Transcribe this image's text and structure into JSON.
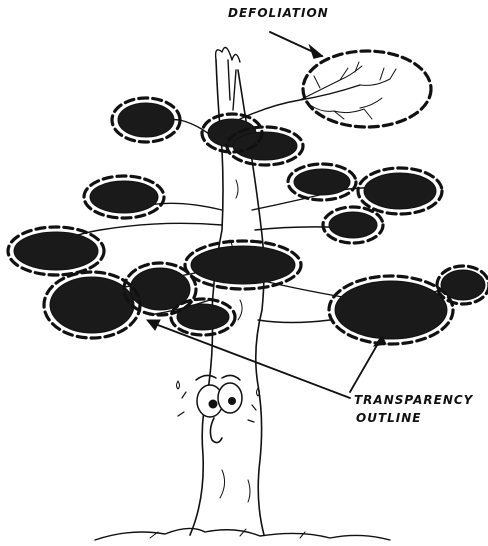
{
  "labels": {
    "defoliation": "DEFOLIATION",
    "transparency_line1": "TRANSPARENCY",
    "transparency_line2": "OUTLINE"
  },
  "colors": {
    "ink": "#111111",
    "paper": "#ffffff"
  }
}
